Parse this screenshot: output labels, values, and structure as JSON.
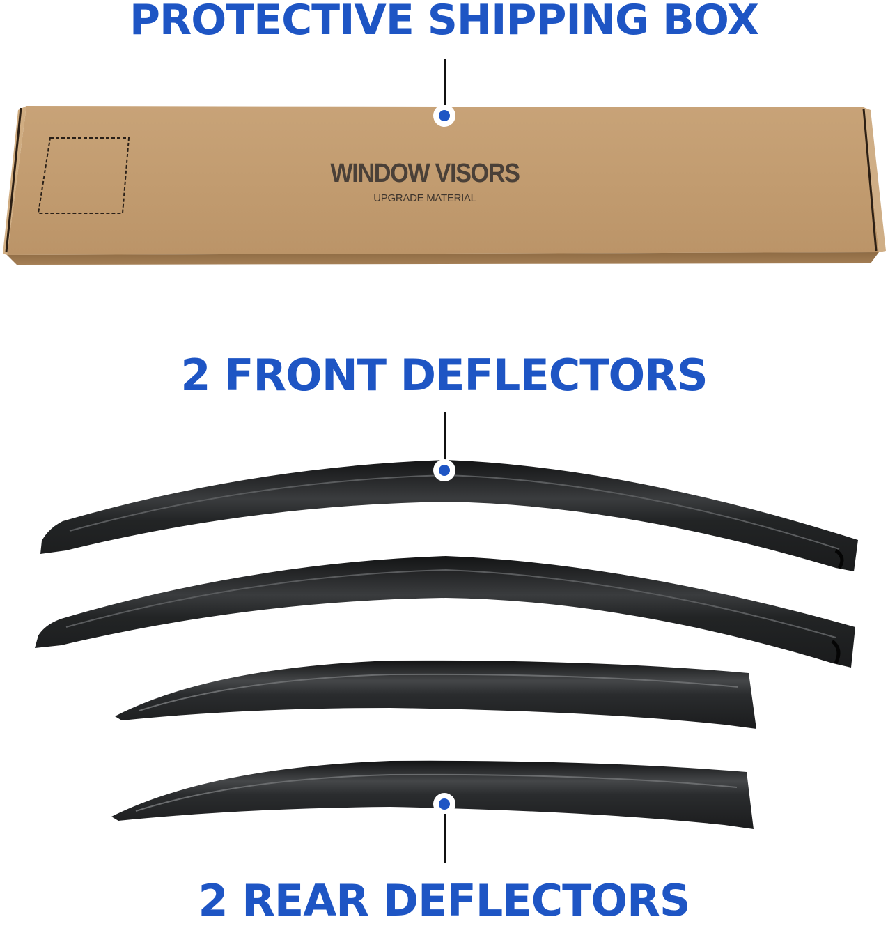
{
  "labels": {
    "box_heading": "PROTECTIVE SHIPPING BOX",
    "front_heading": "2 FRONT DEFLECTORS",
    "rear_heading": "2 REAR DEFLECTORS"
  },
  "box": {
    "title": "WINDOW VISORS",
    "subtitle": "UPGRADE MATERIAL"
  },
  "colors": {
    "accent_blue": "#1e55c4",
    "cardboard": "#c19a6e",
    "deflector": "#1c1d1e"
  },
  "counts": {
    "front_deflectors": 2,
    "rear_deflectors": 2
  }
}
